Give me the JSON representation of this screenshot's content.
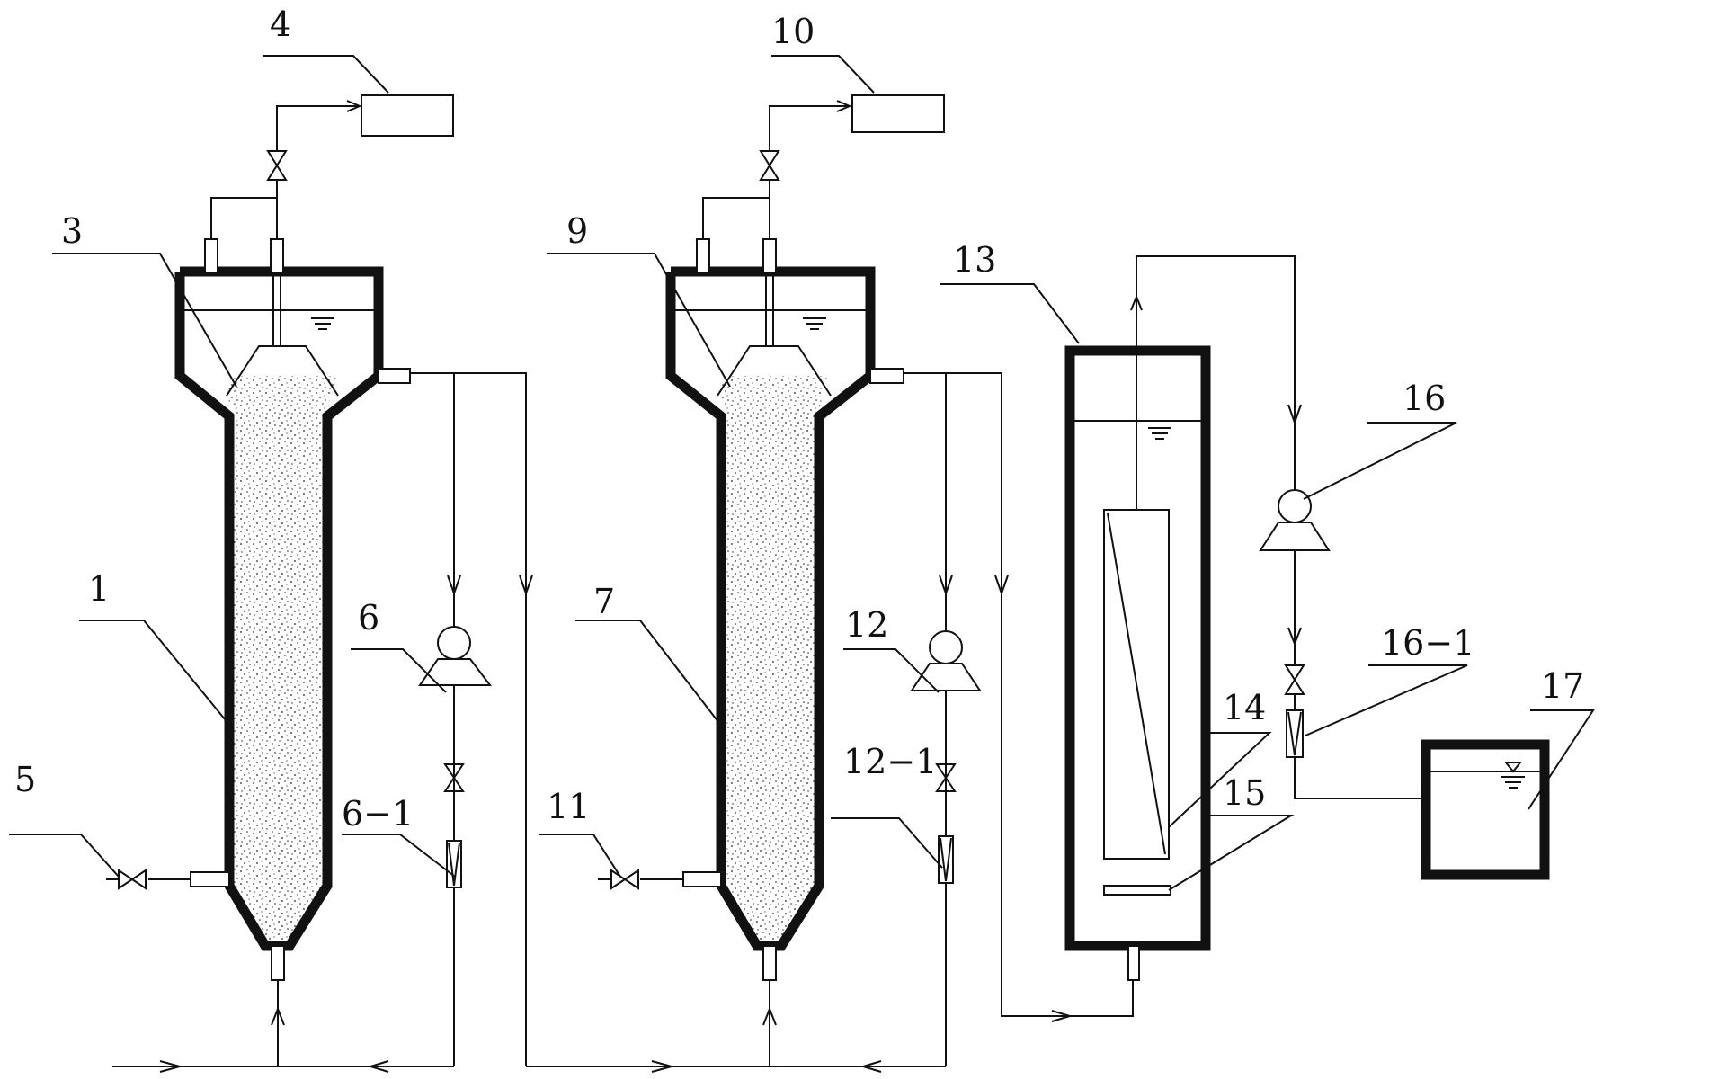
{
  "diagram": {
    "labels": {
      "reactor1": "1",
      "separator1": "3",
      "gas_collector1": "4",
      "inlet_valve1": "5",
      "pump1": "6",
      "flowmeter1": "6−1",
      "reactor2": "7",
      "separator2": "9",
      "gas_collector2": "10",
      "inlet_valve2": "11",
      "pump2": "12",
      "flowmeter2": "12−1",
      "tank3": "13",
      "membrane_module": "14",
      "aerator": "15",
      "pump3": "16",
      "flowmeter3": "16−1",
      "effluent_tank": "17"
    }
  }
}
